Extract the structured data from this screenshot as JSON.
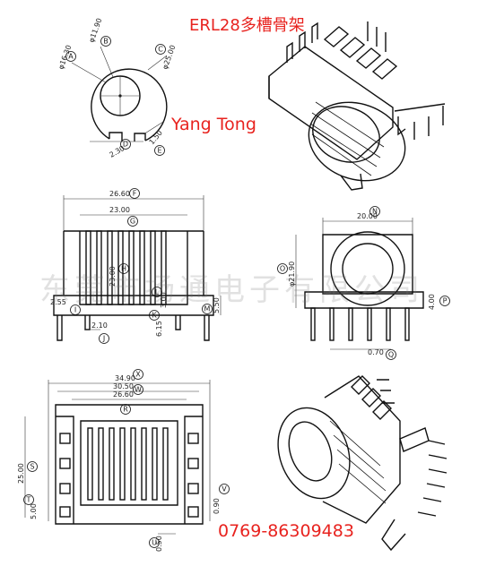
{
  "title": "ERL28多槽骨架",
  "brand": "Yang Tong",
  "phone": "0769-86309483",
  "watermark": "东莞市扬通电子有限公司",
  "colors": {
    "annotation": "#e8231f",
    "line": "#111111"
  },
  "top_view": {
    "dims": {
      "A": "φ16.30",
      "B": "φ11.90",
      "C": "φ25.00",
      "D": "2.30",
      "E": "1.50"
    },
    "markers": [
      "A",
      "B",
      "C",
      "D",
      "E"
    ]
  },
  "front_view": {
    "dims": {
      "F": "26.60",
      "G": "23.00",
      "H": "23.00",
      "I": "2.55",
      "J": "2.10",
      "K": "6.15",
      "L": "3.00",
      "M": "5.50"
    },
    "markers": [
      "F",
      "G",
      "H",
      "I",
      "J",
      "K",
      "L",
      "M"
    ]
  },
  "side_view": {
    "dims": {
      "N": "20.00",
      "O": "φ21.90",
      "P": "4.00",
      "Q": "0.70"
    },
    "markers": [
      "N",
      "O",
      "P",
      "Q"
    ]
  },
  "bottom_view": {
    "dims": {
      "T": "34.90",
      "S": "30.50",
      "R": "26.60",
      "U": "25.00",
      "V": "5.00",
      "W": "0.50",
      "X": "0.90"
    },
    "markers": [
      "R",
      "S",
      "T",
      "U",
      "V",
      "W",
      "X"
    ]
  }
}
